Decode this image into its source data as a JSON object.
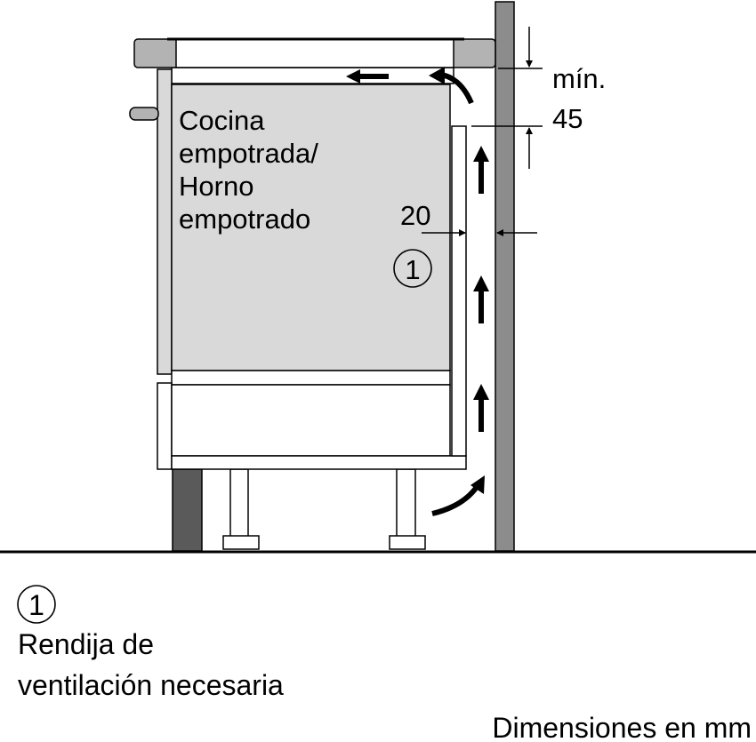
{
  "appliance_label": [
    "Cocina",
    "empotrada/",
    "Horno",
    "empotrado"
  ],
  "dimensions": {
    "min_gap_label": "mín.",
    "min_gap_value": "45",
    "side_gap_value": "20"
  },
  "callout_marker": "1",
  "legend": {
    "marker": "1",
    "lines": [
      "Rendija de",
      "ventilación necesaria"
    ]
  },
  "units_note": "Dimensiones en mm",
  "colors": {
    "outline": "#000000",
    "appliance_fill": "#d9d9d9",
    "hob_rim": "#b3b3b3",
    "wall": "#8c8c8c",
    "plinth": "#5a5a5a"
  }
}
